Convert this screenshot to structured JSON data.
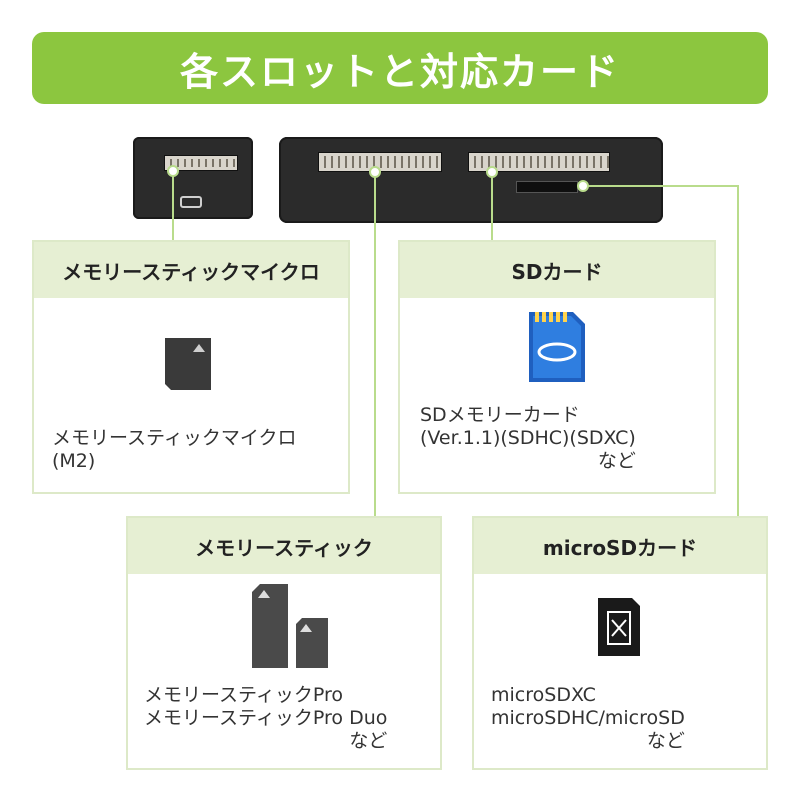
{
  "banner": {
    "title": "各スロットと対応カード"
  },
  "colors": {
    "accent": "#8cc63f",
    "panel_header": "#e6efd3",
    "panel_border": "#dde9c8",
    "connector": "#b9dc8c"
  },
  "panels": {
    "memory_stick_micro": {
      "title": "メモリースティックマイクロ",
      "lines": [
        "メモリースティックマイクロ",
        "(M2)"
      ],
      "icon": "memory-stick-micro-icon"
    },
    "sd": {
      "title": "SDカード",
      "lines": [
        "SDメモリーカード",
        "(Ver.1.1)(SDHC)(SDXC)"
      ],
      "suffix": "など",
      "icon": "sd-card-icon"
    },
    "memory_stick": {
      "title": "メモリースティック",
      "lines": [
        "メモリースティックPro",
        "メモリースティックPro Duo"
      ],
      "suffix": "など",
      "icon": "memory-stick-icon"
    },
    "microsd": {
      "title": "microSDカード",
      "lines": [
        "microSDXC",
        "microSDHC/microSD"
      ],
      "suffix": "など",
      "icon": "microsd-card-icon"
    }
  }
}
